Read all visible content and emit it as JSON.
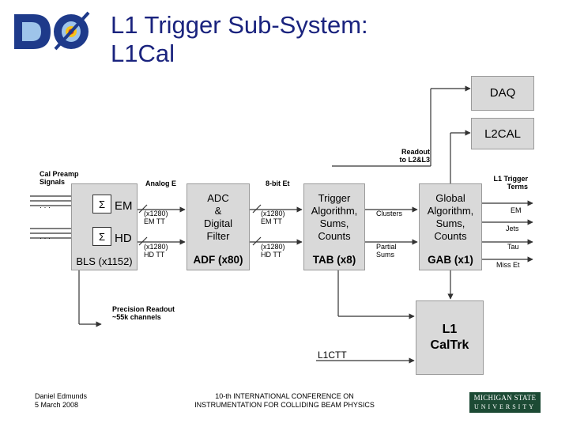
{
  "title": {
    "line1": "L1 Trigger Sub-System:",
    "line2": "L1Cal"
  },
  "logo": {
    "text": "DØ"
  },
  "boxes": {
    "daq": "DAQ",
    "l2cal": "L2CAL",
    "bls": {
      "em": "EM",
      "hd": "HD",
      "sigma": "Σ",
      "name": "BLS (x1152)"
    },
    "adf": {
      "lines": [
        "ADC",
        "&",
        "Digital",
        "Filter"
      ],
      "name": "ADF (x80)"
    },
    "tab": {
      "lines": [
        "Trigger",
        "Algorithm,",
        "Sums,",
        "Counts"
      ],
      "name": "TAB (x8)"
    },
    "gab": {
      "lines": [
        "Global",
        "Algorithm,",
        "Sums,",
        "Counts"
      ],
      "name": "GAB (x1)"
    },
    "l1caltrk": {
      "line1": "L1",
      "line2": "CalTrk"
    }
  },
  "labels": {
    "readout": [
      "Readout",
      "to L2&L3"
    ],
    "cal_preamp": [
      "Cal Preamp",
      "Signals"
    ],
    "analog_e": "Analog E",
    "eight_bit": "8-bit Et",
    "l1_terms": [
      "L1 Trigger",
      "Terms"
    ],
    "dots1": "· · ·",
    "dots2": "· · ·",
    "em_tt_in": [
      "(x1280)",
      "EM TT"
    ],
    "hd_tt_in": [
      "(x1280)",
      "HD TT"
    ],
    "em_tt_out": [
      "(x1280)",
      "EM TT"
    ],
    "hd_tt_out": [
      "(x1280)",
      "HD TT"
    ],
    "clusters": "Clusters",
    "partial_sums": [
      "Partial",
      "Sums"
    ],
    "out_em": "EM",
    "out_jets": "Jets",
    "out_tau": "Tau",
    "out_miss": "Miss Et",
    "precision": [
      "Precision Readout",
      "~55k channels"
    ],
    "l1ctt": "L1CTT"
  },
  "footer": {
    "author": [
      "Daniel Edmunds",
      "5 March 2008"
    ],
    "conference": [
      "10-th INTERNATIONAL CONFERENCE ON",
      "INSTRUMENTATION FOR COLLIDING BEAM PHYSICS"
    ],
    "university": [
      "MICHIGAN STATE",
      "UNIVERSITY"
    ]
  }
}
